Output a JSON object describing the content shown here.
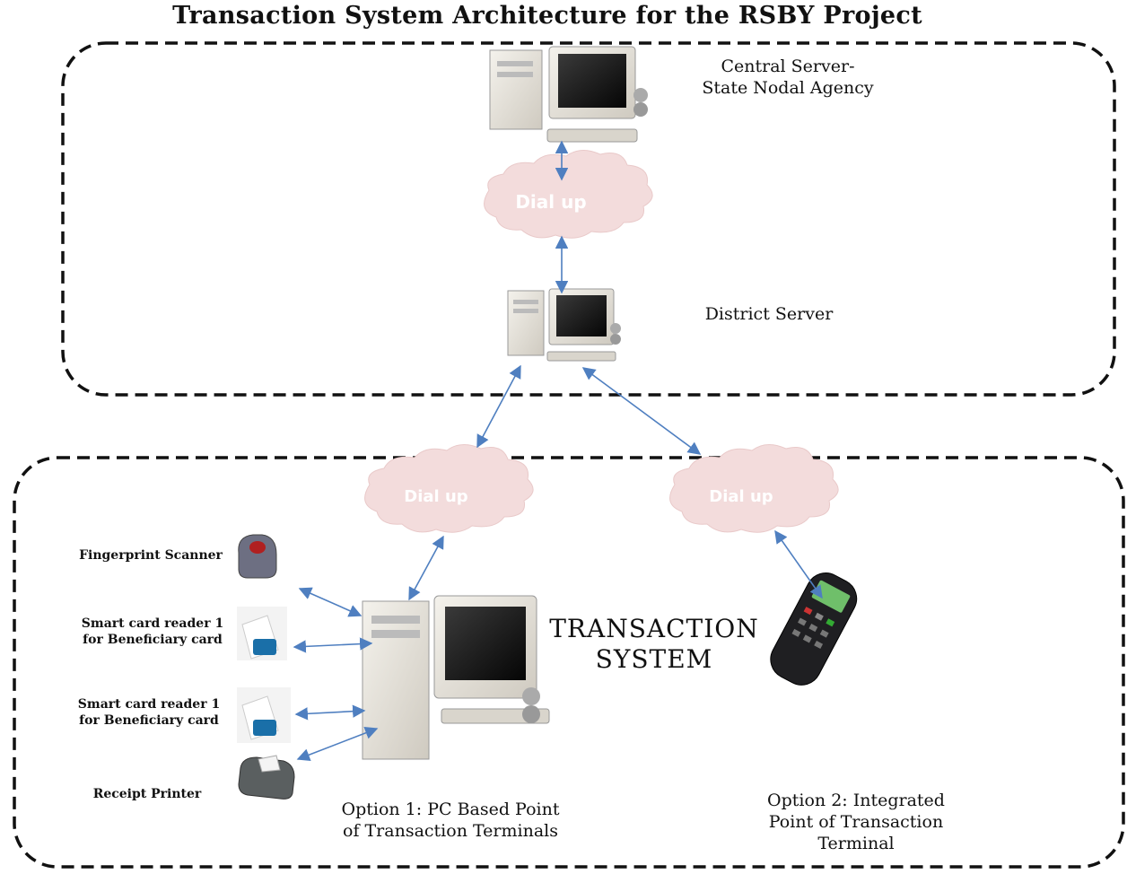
{
  "title": "Transaction System Architecture for the RSBY Project",
  "nodes": {
    "central_server": {
      "line1": "Central Server-",
      "line2": "State Nodal Agency"
    },
    "district_server": {
      "label": "District Server"
    },
    "fingerprint_scanner": {
      "label": "Fingerprint Scanner"
    },
    "smart_card_reader_1": {
      "line1": "Smart card reader 1",
      "line2": "for Beneficiary card"
    },
    "smart_card_reader_2": {
      "line1": "Smart card reader 1",
      "line2": "for Beneficiary card"
    },
    "receipt_printer": {
      "label": "Receipt Printer"
    },
    "transaction_system": {
      "line1": "TRANSACTION",
      "line2": "SYSTEM"
    },
    "option1": {
      "line1": "Option 1: PC Based Point",
      "line2": "of Transaction Terminals"
    },
    "option2": {
      "line1": "Option 2: Integrated",
      "line2": "Point of Transaction",
      "line3": "Terminal"
    }
  },
  "clouds": {
    "top": "Dial up",
    "left": "Dial up",
    "right": "Dial up"
  },
  "colors": {
    "cloud_fill": "#f3dcdc",
    "cloud_stroke": "#e9c9c9",
    "arrow": "#4f7fc0",
    "dashed_border": "#111111"
  }
}
